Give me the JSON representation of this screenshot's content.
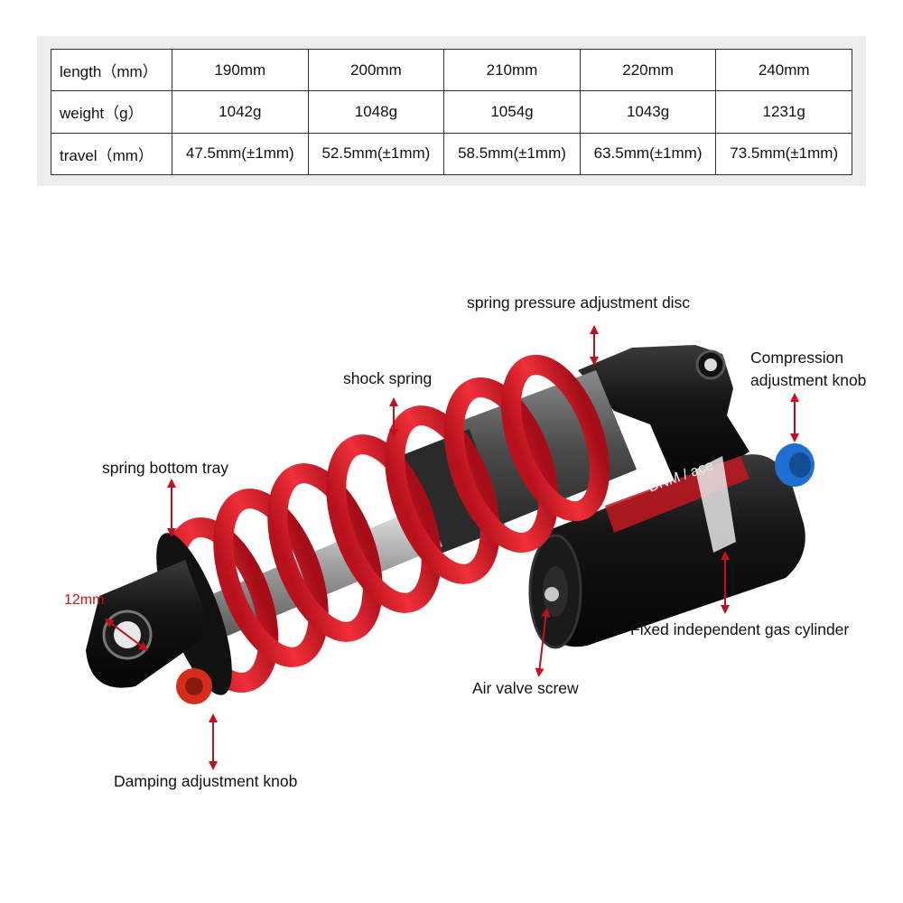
{
  "spec_table": {
    "rows": [
      {
        "label": "length（mm）",
        "cells": [
          "190mm",
          "200mm",
          "210mm",
          "220mm",
          "240mm"
        ]
      },
      {
        "label": "weight（g）",
        "cells": [
          "1042g",
          "1048g",
          "1054g",
          "1043g",
          "1231g"
        ]
      },
      {
        "label": "travel（mm）",
        "cells": [
          "47.5mm(±1mm)",
          "52.5mm(±1mm)",
          "58.5mm(±1mm)",
          "63.5mm(±1mm)",
          "73.5mm(±1mm)"
        ]
      }
    ]
  },
  "callouts": {
    "spring_pressure_disc": "spring pressure adjustment disc",
    "compression_knob": [
      "Compression",
      "adjustment knob"
    ],
    "shock_spring": "shock spring",
    "spring_bottom_tray": "spring bottom tray",
    "eye_size": "12mm",
    "gas_cylinder": "Fixed independent gas cylinder",
    "air_valve": "Air valve screw",
    "damping_knob": "Damping adjustment knob"
  },
  "product": {
    "brand_text": "DNM / ace",
    "colors": {
      "spring": "#e0202c",
      "body": "#141414",
      "shaft": "#b9b9b9",
      "knob_blue": "#1e6fd0",
      "knob_red": "#d62c1c",
      "arrow": "#c0101e"
    }
  }
}
